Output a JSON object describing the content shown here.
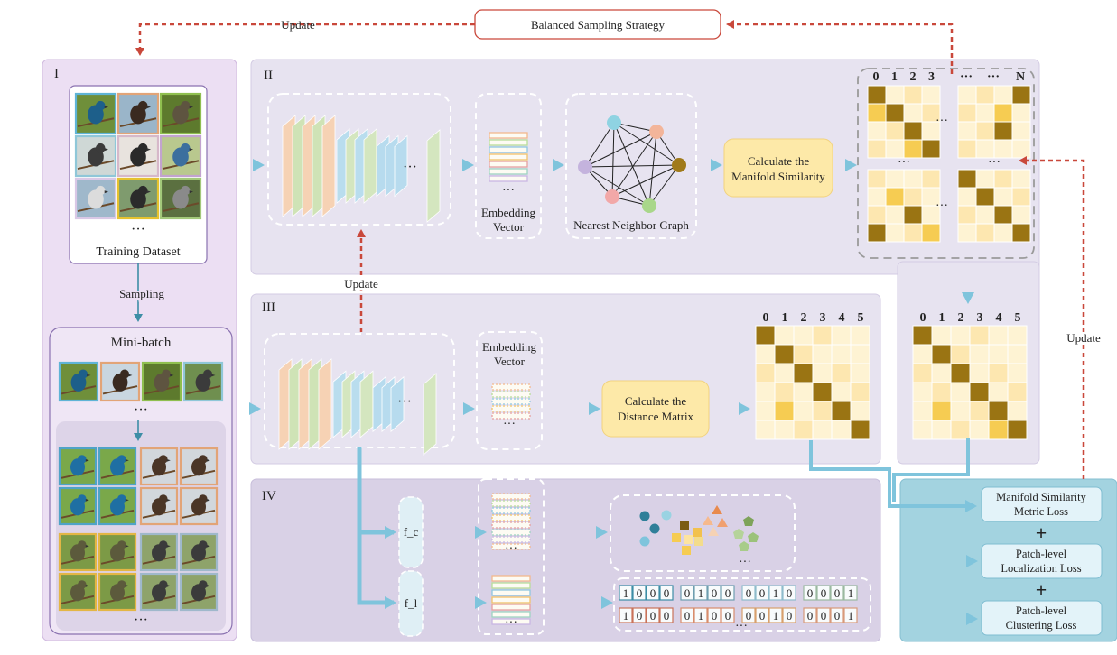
{
  "top": {
    "strategy_label": "Balanced Sampling Strategy",
    "update_label": "Update"
  },
  "section_1": {
    "roman": "I",
    "training_label": "Training Dataset",
    "ellipsis": "···",
    "sampling_label": "Sampling",
    "minibatch_label": "Mini-batch"
  },
  "section_2": {
    "roman": "II",
    "embedding_line1": "Embedding",
    "embedding_line2": "Vector",
    "graph_label": "Nearest Neighbor Graph",
    "manifold_line1": "Calculate the",
    "manifold_line2": "Manifold Similarity",
    "matrix_headers": [
      "0",
      "1",
      "2",
      "3",
      "···",
      "···",
      "N"
    ],
    "ellipsis": "···"
  },
  "section_3": {
    "roman": "III",
    "update_label": "Update",
    "embedding_line1": "Embedding",
    "embedding_line2": "Vector",
    "distance_line1": "Calculate the",
    "distance_line2": "Distance Matrix",
    "matrix_headers": [
      "0",
      "1",
      "2",
      "3",
      "4",
      "5"
    ],
    "ellipsis": "···"
  },
  "right_matrix": {
    "headers": [
      "0",
      "1",
      "2",
      "3",
      "4",
      "5"
    ],
    "update_label": "Update"
  },
  "section_4": {
    "roman": "IV",
    "fc_label": "f_c",
    "fl_label": "f_l",
    "ellipsis": "···",
    "onehot_row1": [
      "1",
      "0",
      "0",
      "0",
      "0",
      "1",
      "0",
      "0",
      "0",
      "0",
      "1",
      "0",
      "0",
      "0",
      "0",
      "1"
    ],
    "onehot_row2": [
      "1",
      "0",
      "0",
      "0",
      "0",
      "1",
      "0",
      "0",
      "0",
      "0",
      "1",
      "0",
      "0",
      "0",
      "0",
      "1"
    ]
  },
  "losses": {
    "loss1_line1": "Manifold Similarity",
    "loss1_line2": "Metric Loss",
    "loss2_line1": "Patch-level",
    "loss2_line2": "Localization Loss",
    "loss3_line1": "Patch-level",
    "loss3_line2": "Clustering Loss",
    "plus": "+"
  },
  "colors": {
    "panel_purple": "#ecdff3",
    "panel_gray": "#e6e2ef",
    "panel_dark": "#d8d0e6",
    "loss_panel": "#9fd0de",
    "calc_box": "#fde9a8",
    "arrow_red": "#c9483b",
    "arrow_blue": "#7fc4dc",
    "cell_dark": "#9a7413",
    "cell_mid": "#f6cc52",
    "cell_light": "#fde7b0",
    "cell_pale": "#fef3d3"
  }
}
